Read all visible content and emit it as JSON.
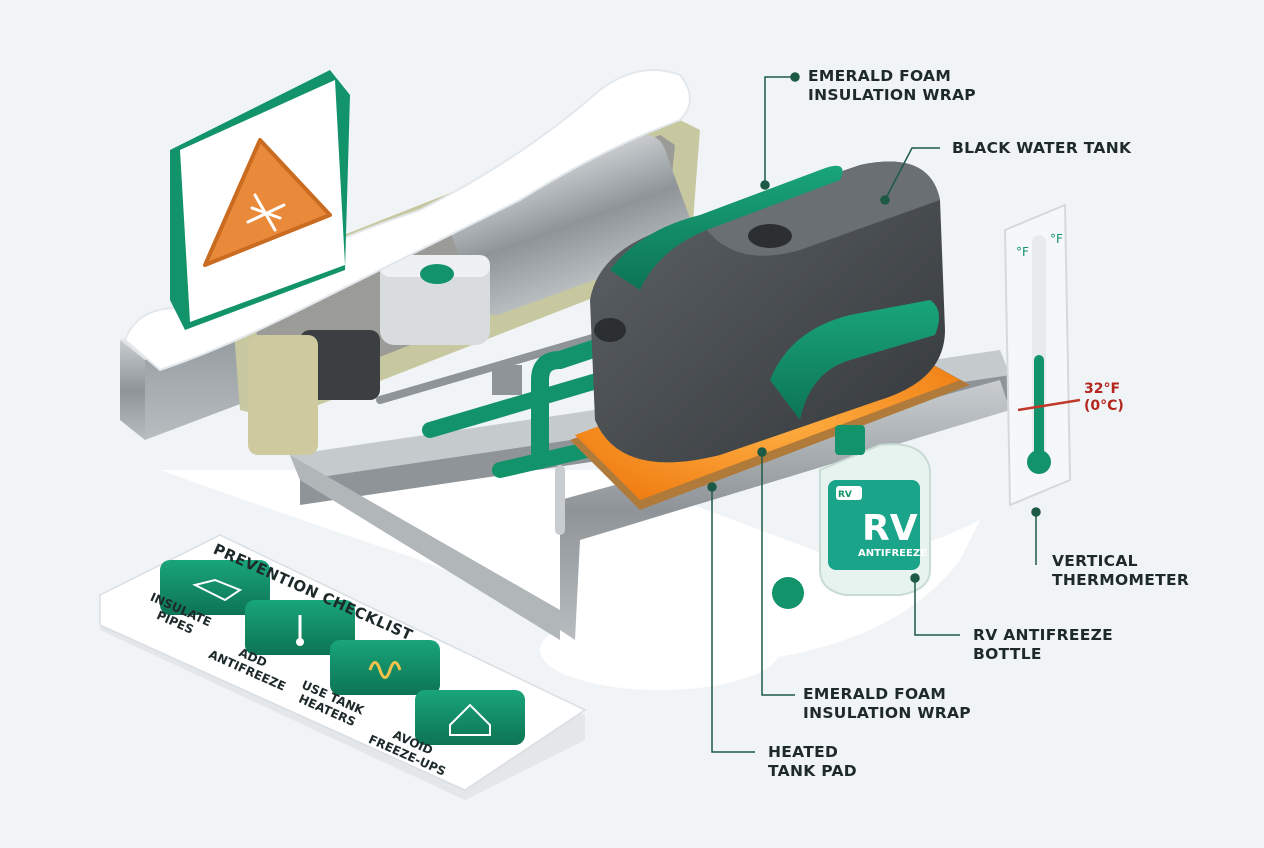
{
  "callouts": {
    "emerald_foam_top": "EMERALD FOAM\nINSULATION WRAP",
    "black_water_tank": "BLACK WATER TANK",
    "vertical_thermometer": "VERTICAL\nTHERMOMETER",
    "rv_antifreeze_bottle": "RV ANTIFREEZE\nBOTTLE",
    "emerald_foam_bottom": "EMERALD FOAM\nINSULATION WRAP",
    "heated_tank_pad": "HEATED\nTANK PAD"
  },
  "thermometer": {
    "unit_left": "°F",
    "unit_right": "°F",
    "freeze_mark": "32°F\n(0°C)"
  },
  "bottle": {
    "brand": "RV",
    "product": "ANTIFREEZE",
    "badge": "RV"
  },
  "checklist": {
    "title": "PREVENTION CHECKLIST",
    "items": [
      {
        "label": "INSULATE\nPIPES",
        "icon": "pipe-icon"
      },
      {
        "label": "ADD\nANTIFREEZE",
        "icon": "thermometer-icon"
      },
      {
        "label": "USE TANK\nHEATERS",
        "icon": "heater-icon"
      },
      {
        "label": "AVOID\nFREEZE-UPS",
        "icon": "house-snowflake-icon"
      }
    ]
  },
  "warning_sign": {
    "icon": "snowflake-warning-icon"
  },
  "colors": {
    "emerald": "#12936a",
    "tank": "#4a4e52",
    "heat_pad": "#f39a1e",
    "warning": "#e88a3a",
    "freeze_line": "#c0392b",
    "callout_dot": "#1c5a45"
  }
}
